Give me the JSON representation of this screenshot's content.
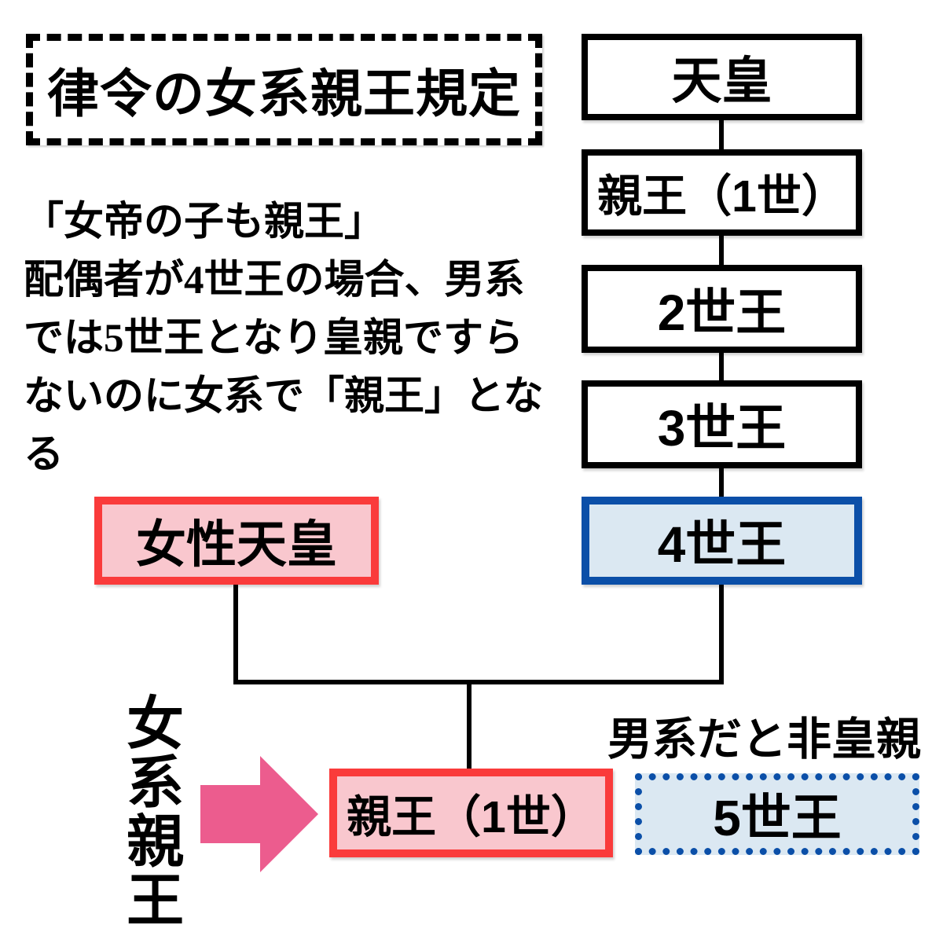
{
  "title": "律令の女系親王規定",
  "note": "「女帝の子も親王」\n配偶者が4世王の場合、男系\nでは5世王となり皇親ですら\nないのに女系で「親王」とな\nる",
  "male_line": {
    "nodes": [
      {
        "label": "天皇"
      },
      {
        "label": "親王（1世）"
      },
      {
        "label": "2世王"
      },
      {
        "label": "3世王"
      },
      {
        "label": "4世王"
      }
    ]
  },
  "female_tenno_label": "女性天皇",
  "female_line_caption": "女系親王",
  "result_label": "親王（1世）",
  "male_line_note": "男系だと非皇親",
  "gosei_label": "5世王",
  "colors": {
    "red_border": "#fa3b3b",
    "pink_fill": "#f9c7ce",
    "blue_border": "#0b4fa8",
    "light_blue_fill": "#dbe8f2",
    "arrow_pink": "#ec5c8e",
    "line_black": "#000000",
    "background": "#ffffff"
  }
}
